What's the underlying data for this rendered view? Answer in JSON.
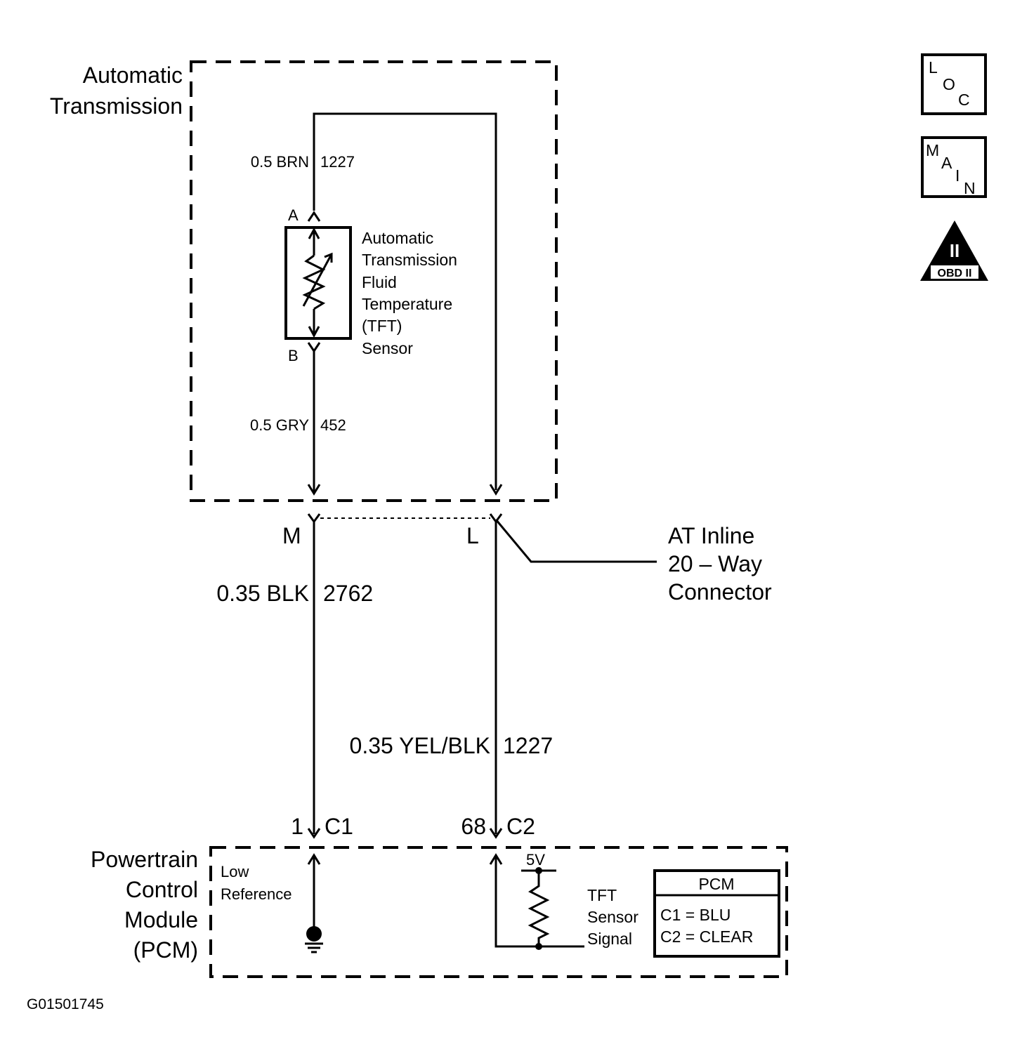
{
  "labels": {
    "at_title_1": "Automatic",
    "at_title_2": "Transmission",
    "wire_top": "0.5 BRN",
    "wire_top_circuit": "1227",
    "pin_a": "A",
    "pin_b": "B",
    "sensor_1": "Automatic",
    "sensor_2": "Transmission",
    "sensor_3": "Fluid",
    "sensor_4": "Temperature",
    "sensor_5": "(TFT)",
    "sensor_6": "Sensor",
    "wire_mid": "0.5 GRY",
    "wire_mid_circuit": "452",
    "pin_m": "M",
    "pin_l": "L",
    "conn_1": "AT Inline",
    "conn_2": "20 – Way",
    "conn_3": "Connector",
    "wire_blk": "0.35 BLK",
    "wire_blk_circuit": "2762",
    "wire_yel": "0.35 YEL/BLK",
    "wire_yel_circuit": "1227",
    "pin_1": "1",
    "conn_c1": "C1",
    "pin_68": "68",
    "conn_c2": "C2",
    "pcm_1": "Powertrain",
    "pcm_2": "Control",
    "pcm_3": "Module",
    "pcm_4": "(PCM)",
    "low_ref_1": "Low",
    "low_ref_2": "Reference",
    "volt": "5V",
    "tft_1": "TFT",
    "tft_2": "Sensor",
    "tft_3": "Signal",
    "legend_title": "PCM",
    "legend_c1": "C1 = BLU",
    "legend_c2": "C2 = CLEAR",
    "figure_id": "G01501745"
  },
  "icons": {
    "loc_l": "L",
    "loc_o": "O",
    "loc_c": "C",
    "main_m": "M",
    "main_a": "A",
    "main_i": "I",
    "main_n": "N",
    "obd_roman": "II",
    "obd_label": "OBD II"
  }
}
